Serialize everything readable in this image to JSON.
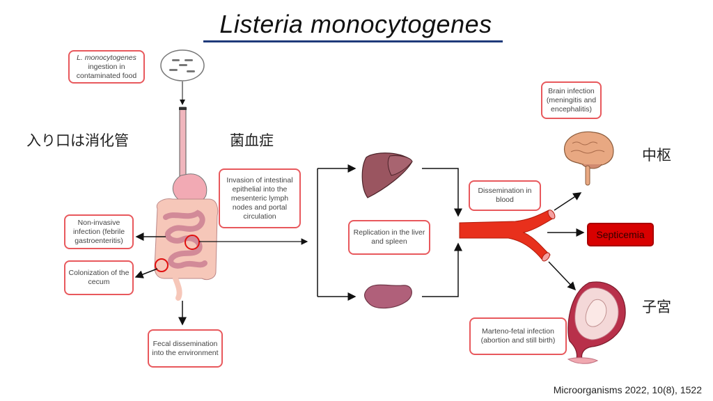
{
  "title": "Listeria monocytogenes",
  "labels_jp": {
    "entry": "入り口は消化管",
    "bacteremia": "菌血症",
    "cns": "中枢",
    "uterus": "子宮"
  },
  "boxes": {
    "ingestion_italic": "L. monocytogenes",
    "ingestion_rest_1": "ingestion in",
    "ingestion_rest_2": "contaminated food",
    "invasion": "Invasion of intestinal epithelial into the mesenteric lymph nodes and portal circulation",
    "non_invasive": "Non-invasive infection (febrile gastroenteritis)",
    "colonization": "Colonization of the cecum",
    "fecal": "Fecal dissemination into the environment",
    "replication": "Replication in the liver and spleen",
    "dissemination": "Dissemination in blood",
    "brain": "Brain infection (meningitis and encephalitis)",
    "septicemia": "Septicemia",
    "fetal": "Marteno-fetal infection (abortion and still birth)"
  },
  "icons": [
    "food-bacteria-icon",
    "digestive-tract-icon",
    "liver-icon",
    "spleen-icon",
    "blood-vessel-icon",
    "brain-icon",
    "fetus-uterus-icon"
  ],
  "colors": {
    "box_border": "#e8585c",
    "title_rule": "#1f3a7a",
    "septicemia_fill": "#d80000",
    "vessel": "#e8301c"
  },
  "citation": "Microorganisms 2022, 10(8), 1522"
}
